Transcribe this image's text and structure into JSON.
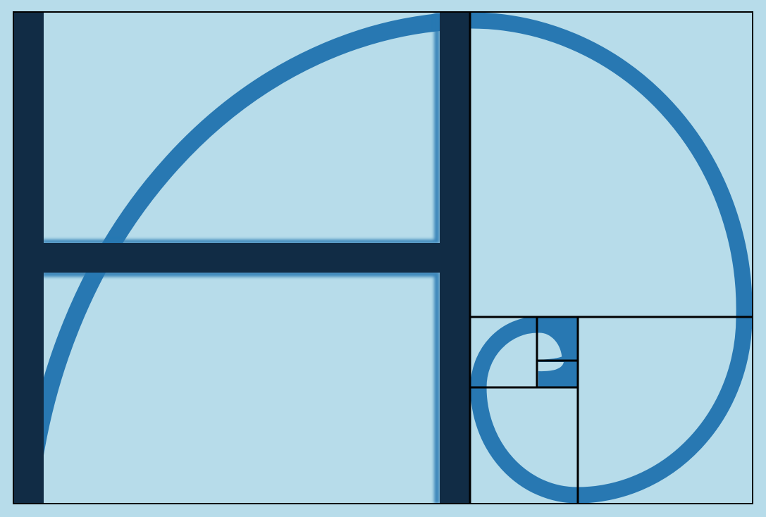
{
  "colors": {
    "background": "#b7dcea",
    "panel_fill": "#b7dcea",
    "spiral": "#2878b2",
    "letter_h": "#112c45",
    "grid_lines": "#000000",
    "shadow": "#2878b2"
  },
  "artwork": {
    "subject": "golden-ratio-spiral-with-letter-h",
    "grid_squares": 7,
    "spiral_quarter_arcs": 7,
    "letter": "H"
  }
}
